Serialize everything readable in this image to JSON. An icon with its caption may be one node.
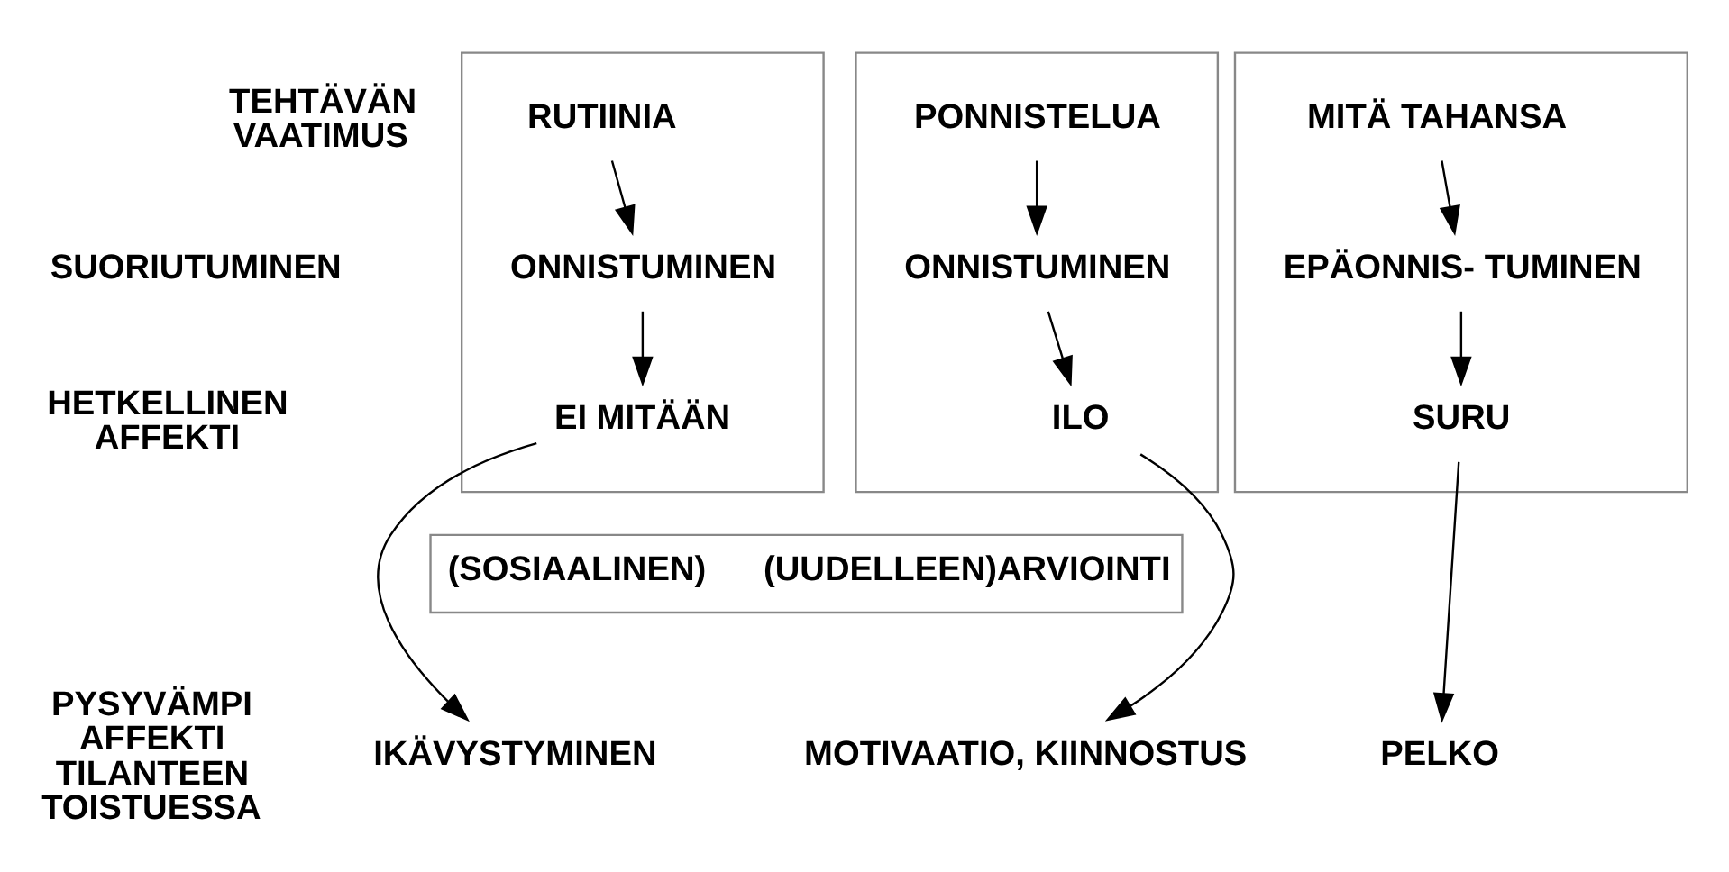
{
  "diagram": {
    "nodes": [
      {
        "text": [],
        "shape": "box"
      },
      {
        "text": [
          "RUTIINIA"
        ],
        "in": 0
      },
      {
        "text": [
          "ONNISTUMINEN"
        ],
        "in": 0
      },
      {
        "text": [
          "EI MITÄÄN"
        ],
        "in": 0
      },
      {
        "text": [],
        "shape": "box"
      },
      {
        "text": [
          "PONNISTELUA"
        ],
        "in": 4
      },
      {
        "text": [
          "ONNISTUMINEN"
        ],
        "in": 4
      },
      {
        "text": [
          "ILO"
        ],
        "in": 4
      },
      {
        "text": [],
        "shape": "box"
      },
      {
        "text": [
          "MITÄ TAHANSA"
        ],
        "in": 8
      },
      {
        "text": [
          "EPÄONNIS- TUMINEN"
        ],
        "in": 8
      },
      {
        "text": [
          "SURU"
        ],
        "in": 8
      },
      {
        "text": [
          "(SOSIAALINEN)",
          "(UUDELLEEN)ARVIOINTI"
        ]
      },
      {
        "text": [
          "IKÄVYSTYMINEN"
        ]
      },
      {
        "text": [
          "MOTIVAATIO, KIINNOSTUS"
        ]
      },
      {
        "text": [
          "PELKO"
        ]
      }
    ],
    "edges": [
      {
        "from": 1,
        "to": 2,
        "arrow": "to"
      },
      {
        "from": 2,
        "to": 3,
        "arrow": "to"
      },
      {
        "from": 3,
        "to": 13,
        "arrow": "to"
      },
      {
        "from": 5,
        "to": 6,
        "arrow": "to"
      },
      {
        "from": 6,
        "to": 7,
        "arrow": "to"
      },
      {
        "from": 7,
        "to": 14,
        "arrow": "to"
      },
      {
        "from": 9,
        "to": 10,
        "arrow": "to"
      },
      {
        "from": 10,
        "to": 11,
        "arrow": "to"
      },
      {
        "from": 11,
        "to": 15,
        "arrow": "to"
      }
    ],
    "labels": [
      "TEHTÄVÄN VAATIMUS",
      "SUORIUTUMINEN",
      "HETKELLINEN AFFEKTI",
      "PYSYVÄMPI AFFEKTI TILANTEEN TOISTUESSA"
    ]
  }
}
